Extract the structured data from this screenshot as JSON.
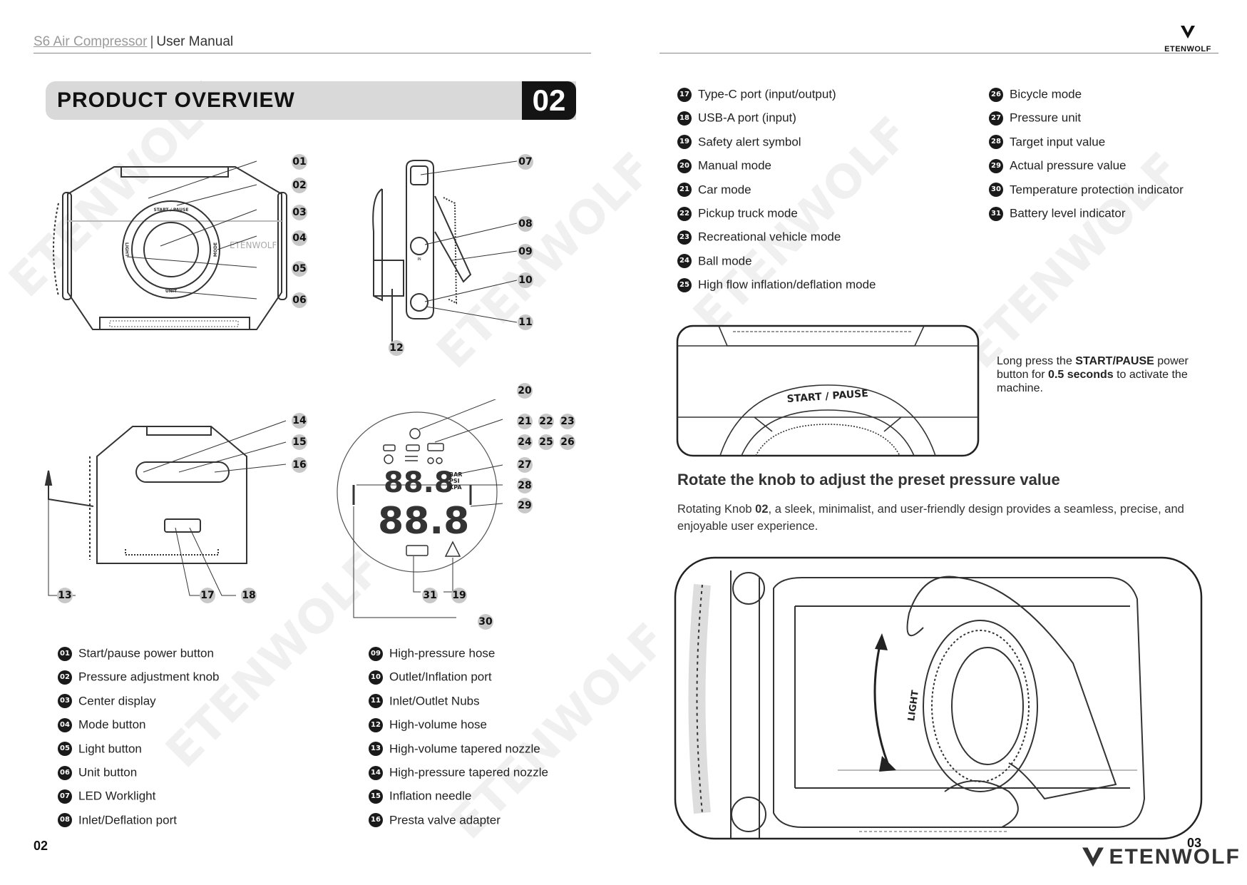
{
  "header": {
    "product": "S6 Air Compressor",
    "separator": "|",
    "subtitle": "User Manual"
  },
  "brand": {
    "name": "ETENWOLF",
    "watermark": "ETENWOLF"
  },
  "section": {
    "title": "PRODUCT OVERVIEW",
    "number": "02"
  },
  "callouts": {
    "c01": "01",
    "c02": "02",
    "c03": "03",
    "c04": "04",
    "c05": "05",
    "c06": "06",
    "c07": "07",
    "c08": "08",
    "c09": "09",
    "c10": "10",
    "c11": "11",
    "c12": "12",
    "c13": "13",
    "c14": "14",
    "c15": "15",
    "c16": "16",
    "c17": "17",
    "c18": "18",
    "c19": "19",
    "c20": "20",
    "c21": "21",
    "c22": "22",
    "c23": "23",
    "c24": "24",
    "c25": "25",
    "c26": "26",
    "c27": "27",
    "c28": "28",
    "c29": "29",
    "c30": "30",
    "c31": "31"
  },
  "diagram_text": {
    "start_pause": "START / PAUSE",
    "light": "LIGHT",
    "mode": "MODE",
    "unit": "UNIT",
    "in_label": "IN",
    "unit_bar": "BAR",
    "unit_psi": "PSI",
    "unit_kpa": "KPA",
    "display_digits": "88.8"
  },
  "legend_left": [
    {
      "num": "01",
      "label": "Start/pause power button"
    },
    {
      "num": "02",
      "label": "Pressure adjustment knob"
    },
    {
      "num": "03",
      "label": "Center display"
    },
    {
      "num": "04",
      "label": "Mode button"
    },
    {
      "num": "05",
      "label": "Light button"
    },
    {
      "num": "06",
      "label": "Unit button"
    },
    {
      "num": "07",
      "label": "LED Worklight"
    },
    {
      "num": "08",
      "label": "Inlet/Deflation port"
    }
  ],
  "legend_mid": [
    {
      "num": "09",
      "label": "High-pressure hose"
    },
    {
      "num": "10",
      "label": "Outlet/Inflation port"
    },
    {
      "num": "11",
      "label": "Inlet/Outlet Nubs"
    },
    {
      "num": "12",
      "label": "High-volume hose"
    },
    {
      "num": "13",
      "label": "High-volume tapered nozzle"
    },
    {
      "num": "14",
      "label": "High-pressure tapered nozzle"
    },
    {
      "num": "15",
      "label": "Inflation needle"
    },
    {
      "num": "16",
      "label": "Presta valve adapter"
    }
  ],
  "legend_right_a": [
    {
      "num": "17",
      "label": "Type-C port (input/output)"
    },
    {
      "num": "18",
      "label": "USB-A port (input)"
    },
    {
      "num": "19",
      "label": "Safety alert symbol"
    },
    {
      "num": "20",
      "label": "Manual mode"
    },
    {
      "num": "21",
      "label": "Car mode"
    },
    {
      "num": "22",
      "label": "Pickup truck mode"
    },
    {
      "num": "23",
      "label": "Recreational vehicle mode"
    },
    {
      "num": "24",
      "label": "Ball mode"
    },
    {
      "num": "25",
      "label": "High flow inflation/deflation mode"
    }
  ],
  "legend_right_b": [
    {
      "num": "26",
      "label": "Bicycle mode"
    },
    {
      "num": "27",
      "label": "Pressure unit"
    },
    {
      "num": "28",
      "label": "Target input value"
    },
    {
      "num": "29",
      "label": "Actual pressure value"
    },
    {
      "num": "30",
      "label": "Temperature protection indicator"
    },
    {
      "num": "31",
      "label": "Battery level indicator"
    }
  ],
  "start_note": {
    "pre": "Long press the ",
    "bold1": "START/PAUSE",
    "mid": " power button for ",
    "bold2": "0.5 seconds",
    "post": " to activate the machine."
  },
  "knob": {
    "heading": "Rotate the knob to adjust the preset pressure value",
    "body_pre": "Rotating Knob ",
    "body_bold": "02",
    "body_post": ", a sleek, minimalist, and user-friendly design provides a seamless, precise, and enjoyable user experience."
  },
  "page_numbers": {
    "left": "02",
    "right": "03"
  }
}
